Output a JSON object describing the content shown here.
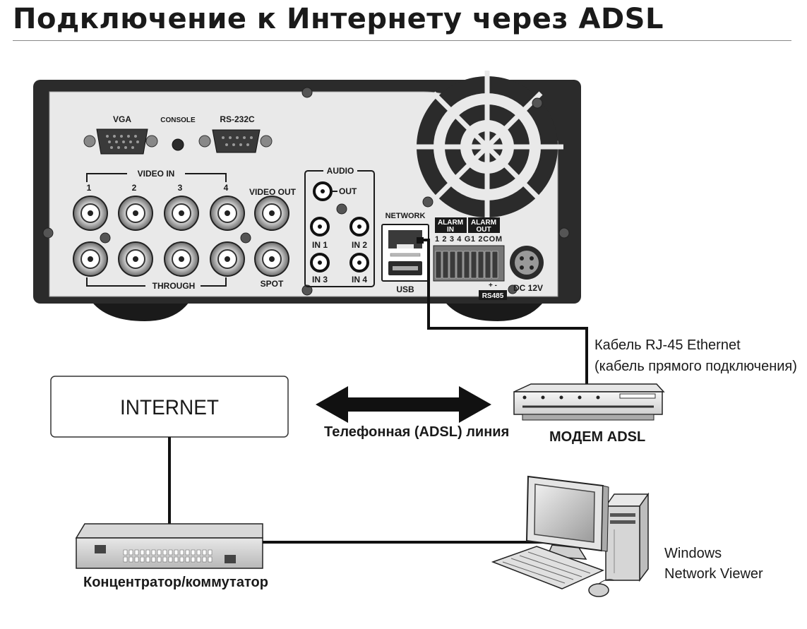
{
  "title": "Подключение к Интернету через ADSL",
  "dvr": {
    "vga": "VGA",
    "console": "CONSOLE",
    "rs232c": "RS-232C",
    "video_in": "VIDEO IN",
    "ch1": "1",
    "ch2": "2",
    "ch3": "3",
    "ch4": "4",
    "video_out": "VIDEO OUT",
    "through": "THROUGH",
    "spot": "SPOT",
    "audio": "AUDIO",
    "out": "OUT",
    "in1": "IN 1",
    "in2": "IN 2",
    "in3": "IN 3",
    "in4": "IN 4",
    "network": "NETWORK",
    "usb": "USB",
    "alarm_in": "ALARM IN",
    "alarm_out": "ALARM OUT",
    "alarm_pins": "1 2 3 4 G1 2COM",
    "rs485": "RS485",
    "dc12v": "DC 12V"
  },
  "cable_label_line1": "Кабель RJ-45 Ethernet",
  "cable_label_line2": "(кабель прямого подключения)",
  "internet_label": "INTERNET",
  "phone_line_label": "Телефонная (ADSL) линия",
  "modem_label": "МОДЕМ ADSL",
  "hub_label": "Концентратор/коммутатор",
  "viewer_label_line1": "Windows",
  "viewer_label_line2": "Network Viewer"
}
